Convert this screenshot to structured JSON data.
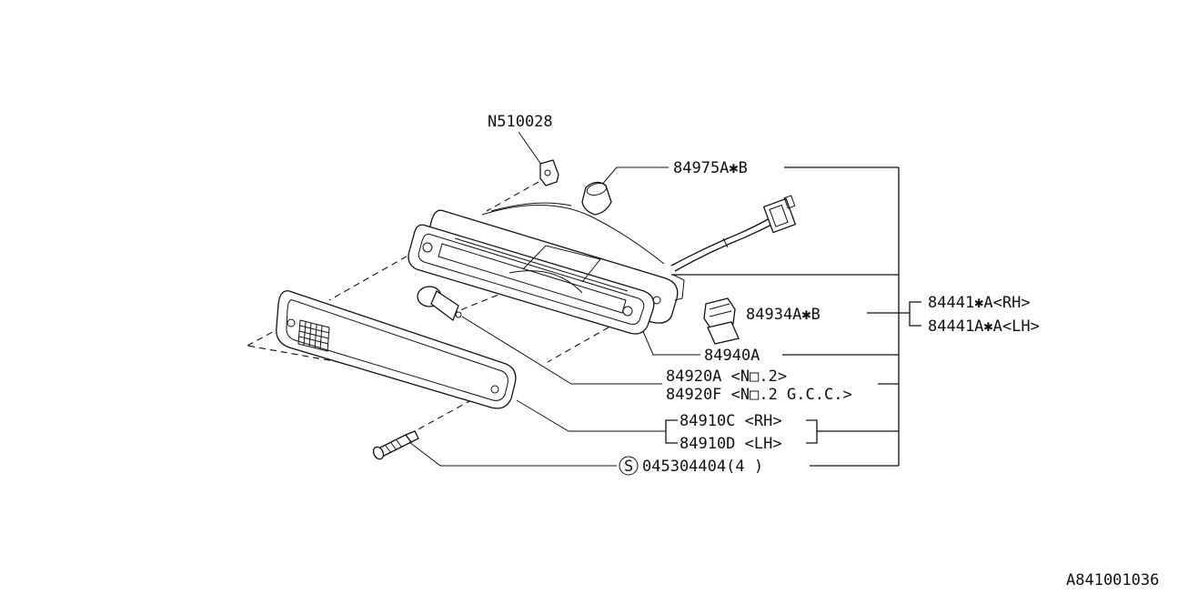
{
  "diagram_id": "A841001036",
  "labels": {
    "clip": "N510028",
    "socket": "84975A✱B",
    "assy_rh": "84441✱A<RH>",
    "assy_lh": "84441A✱A<LH>",
    "holder": "84934A✱B",
    "housing": "84940A",
    "bulb_1": "84920A <N□.2>",
    "bulb_2": "84920F <N□.2 G.C.C.>",
    "lens_rh": "84910C <RH>",
    "lens_lh": "84910D <LH>",
    "screw_symbol": "S",
    "screw": "045304404(4  )"
  }
}
